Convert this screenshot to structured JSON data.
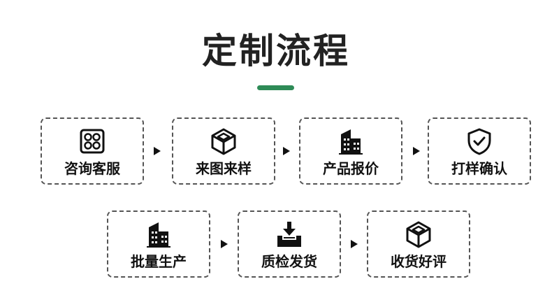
{
  "header": {
    "title": "定制流程",
    "accent_color": "#2e8b57"
  },
  "row1": [
    {
      "label": "咨询客服",
      "icon": "grid-dots-icon"
    },
    {
      "label": "来图来样",
      "icon": "cube-icon"
    },
    {
      "label": "产品报价",
      "icon": "building-icon"
    },
    {
      "label": "打样确认",
      "icon": "shield-check-icon"
    }
  ],
  "row2": [
    {
      "label": "批量生产",
      "icon": "building-icon"
    },
    {
      "label": "质检发货",
      "icon": "download-tray-icon"
    },
    {
      "label": "收货好评",
      "icon": "cube-icon"
    }
  ]
}
